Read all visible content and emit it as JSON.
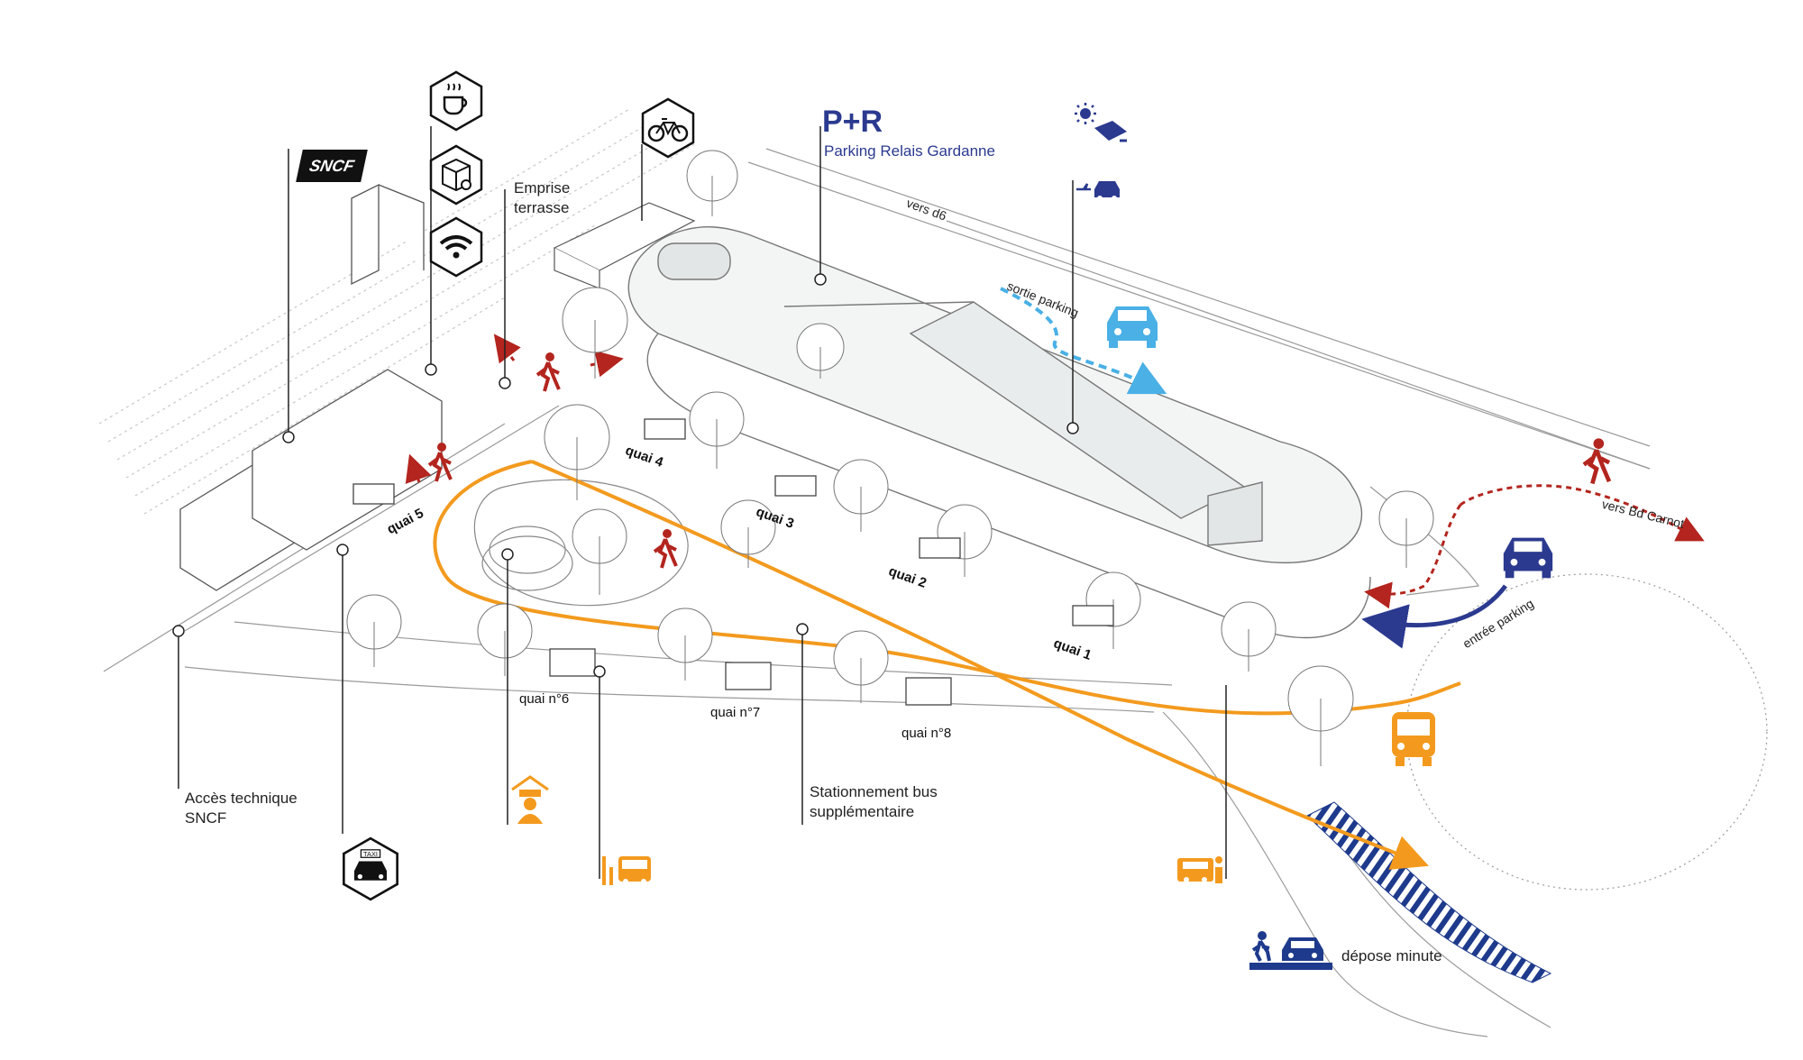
{
  "labels": {
    "sncf_logo": "SNCF",
    "emprise_line1": "Emprise",
    "emprise_line2": "terrasse",
    "parking_logo": "P+R",
    "parking_relais": "Parking Relais Gardanne",
    "vers_d6": "vers d6",
    "sortie_parking": "sortie parking",
    "entree_parking": "entrée parking",
    "vers_bd_carnot": "vers Bd Carnot",
    "acces_line1": "Accès technique",
    "acces_line2": "SNCF",
    "stationnement_line1": "Stationnement bus",
    "stationnement_line2": "supplémentaire",
    "depose_minute": "dépose minute",
    "taxi": "TAXI"
  },
  "quais": {
    "q1": "quai 1",
    "q2": "quai 2",
    "q3": "quai 3",
    "q4": "quai 4",
    "q5": "quai 5",
    "q6": "quai n°6",
    "q7": "quai n°7",
    "q8": "quai n°8"
  },
  "icons": [
    "sncf-logo-icon",
    "coffee-icon",
    "parcel-locker-icon",
    "wifi-icon",
    "bicycle-icon",
    "parking-relais-icon",
    "solar-panel-icon",
    "ev-charging-icon",
    "pedestrian-icon",
    "car-exit-icon",
    "car-entry-icon",
    "bus-icon",
    "bus-stop-icon",
    "station-agent-icon",
    "taxi-icon",
    "ticket-kiosk-icon",
    "drop-off-icon"
  ],
  "colors": {
    "bus_route": "#f39a1e",
    "exit_flow": "#4ab0e6",
    "entry_flow": "#2b3a8f",
    "pedestrian": "#b3251e",
    "structure": "#8a8a8a",
    "dropoff_stripe": "#1e3a8c"
  }
}
